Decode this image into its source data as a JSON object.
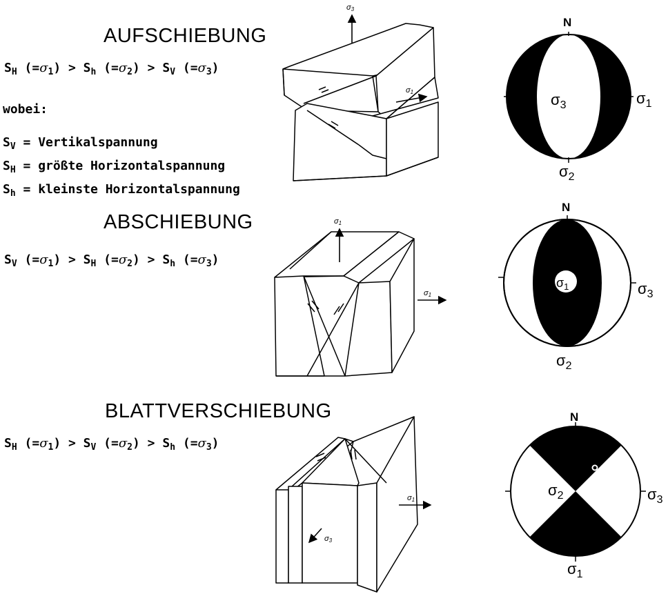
{
  "sections": [
    {
      "title": "AUFSCHIEBUNG",
      "relation": {
        "a": "S",
        "a_sub": "H",
        "b": "S",
        "b_sub": "h",
        "c": "S",
        "c_sub": "V"
      },
      "relation_sigma": [
        "1",
        "2",
        "3"
      ]
    },
    {
      "title": "ABSCHIEBUNG",
      "relation": {
        "a": "S",
        "a_sub": "V",
        "b": "S",
        "b_sub": "H",
        "c": "S",
        "c_sub": "h"
      },
      "relation_sigma": [
        "1",
        "2",
        "3"
      ]
    },
    {
      "title": "BLATTVERSCHIEBUNG",
      "relation": {
        "a": "S",
        "a_sub": "H",
        "b": "S",
        "b_sub": "V",
        "c": "S",
        "c_sub": "h"
      },
      "relation_sigma": [
        "1",
        "2",
        "3"
      ]
    }
  ],
  "legend": {
    "intro": "wobei:",
    "items": [
      {
        "sym": "S",
        "sub": "V",
        "text": "= Vertikalspannung"
      },
      {
        "sym": "S",
        "sub": "H",
        "text": "= größte Horizontalspannung"
      },
      {
        "sym": "S",
        "sub": "h",
        "text": "= kleinste Horizontalspannung"
      }
    ]
  },
  "stereonets": [
    {
      "north": "N",
      "east": "σ",
      "east_sub": "1",
      "center": "σ",
      "center_sub": "3",
      "south": "σ",
      "south_sub": "2"
    },
    {
      "north": "N",
      "east": "σ",
      "east_sub": "3",
      "center": "σ",
      "center_sub": "1",
      "south": "σ",
      "south_sub": "2"
    },
    {
      "north": "N",
      "east": "σ",
      "east_sub": "3",
      "center": "σ",
      "center_sub": "2",
      "south": "σ",
      "south_sub": "1"
    }
  ],
  "block_labels": {
    "sigma": "σ",
    "s1": "1",
    "s3": "3"
  }
}
